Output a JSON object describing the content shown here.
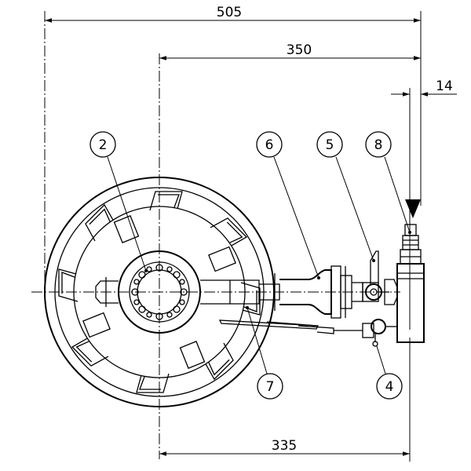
{
  "dimensions": {
    "overall_width": "505",
    "center_to_inlet": "350",
    "center_to_body": "335",
    "inlet_offset": "14"
  },
  "balloons": [
    "2",
    "6",
    "5",
    "8",
    "4",
    "7"
  ],
  "colors": {
    "line": "#000000",
    "background": "#ffffff"
  }
}
